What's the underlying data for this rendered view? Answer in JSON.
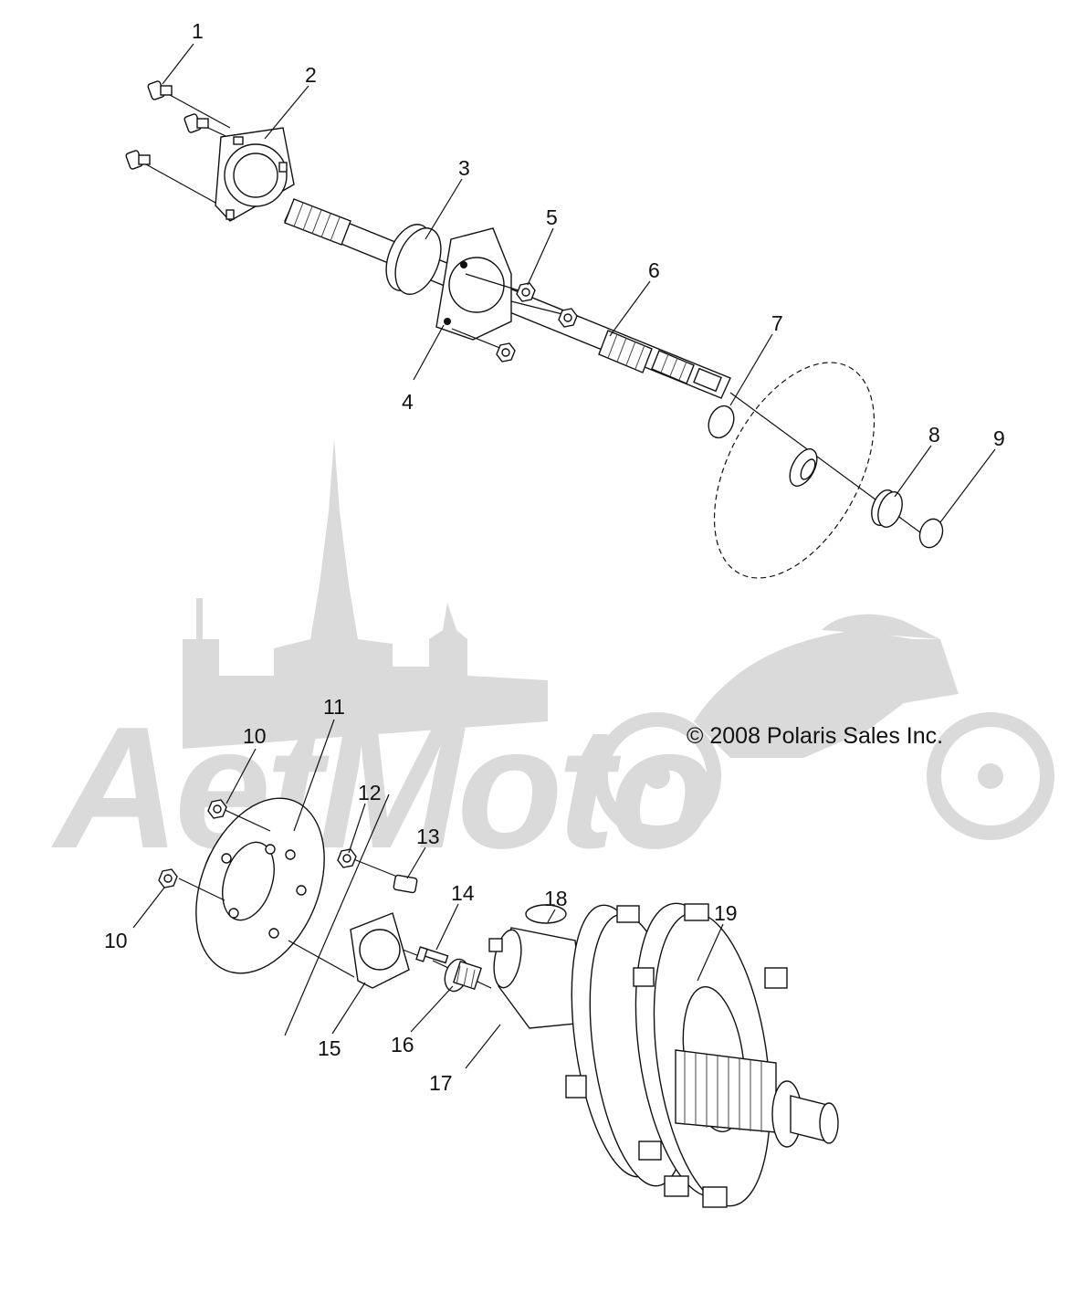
{
  "copyright": "© 2008 Polaris Sales Inc.",
  "watermark_text": "AetMoto",
  "callouts": [
    "1",
    "2",
    "3",
    "4",
    "5",
    "6",
    "7",
    "8",
    "9",
    "10",
    "11",
    "12",
    "13",
    "14",
    "15",
    "16",
    "17",
    "18",
    "19",
    "10"
  ]
}
